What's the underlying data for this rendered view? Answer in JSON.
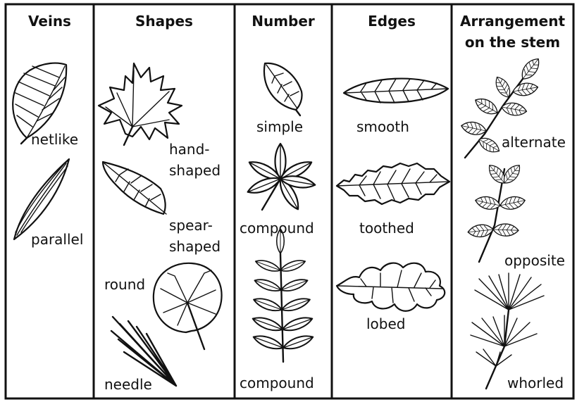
{
  "columns": [
    {
      "heading": "Veins",
      "items": [
        {
          "label": "netlike",
          "icon": "netlike-vein-leaf-icon"
        },
        {
          "label": "parallel",
          "icon": "parallel-vein-leaf-icon"
        }
      ]
    },
    {
      "heading": "Shapes",
      "items": [
        {
          "label": "hand-",
          "label2": "shaped",
          "icon": "hand-shaped-leaf-icon"
        },
        {
          "label": "spear-",
          "label2": "shaped",
          "icon": "spear-shaped-leaf-icon"
        },
        {
          "label": "round",
          "icon": "round-leaf-icon"
        },
        {
          "label": "needle",
          "icon": "needle-leaf-icon"
        }
      ]
    },
    {
      "heading": "Number",
      "items": [
        {
          "label": "simple",
          "icon": "simple-leaf-icon"
        },
        {
          "label": "compound",
          "icon": "palmate-compound-leaf-icon"
        },
        {
          "label": "compound",
          "icon": "pinnate-compound-leaf-icon"
        }
      ]
    },
    {
      "heading": "Edges",
      "items": [
        {
          "label": "smooth",
          "icon": "smooth-edge-leaf-icon"
        },
        {
          "label": "toothed",
          "icon": "toothed-edge-leaf-icon"
        },
        {
          "label": "lobed",
          "icon": "lobed-edge-leaf-icon"
        }
      ]
    },
    {
      "heading": "Arrangement",
      "heading2": "on the stem",
      "items": [
        {
          "label": "alternate",
          "icon": "alternate-arrangement-icon"
        },
        {
          "label": "opposite",
          "icon": "opposite-arrangement-icon"
        },
        {
          "label": "whorled",
          "icon": "whorled-arrangement-icon"
        }
      ]
    }
  ],
  "colors": {
    "ink": "#111111",
    "paper": "#ffffff"
  }
}
